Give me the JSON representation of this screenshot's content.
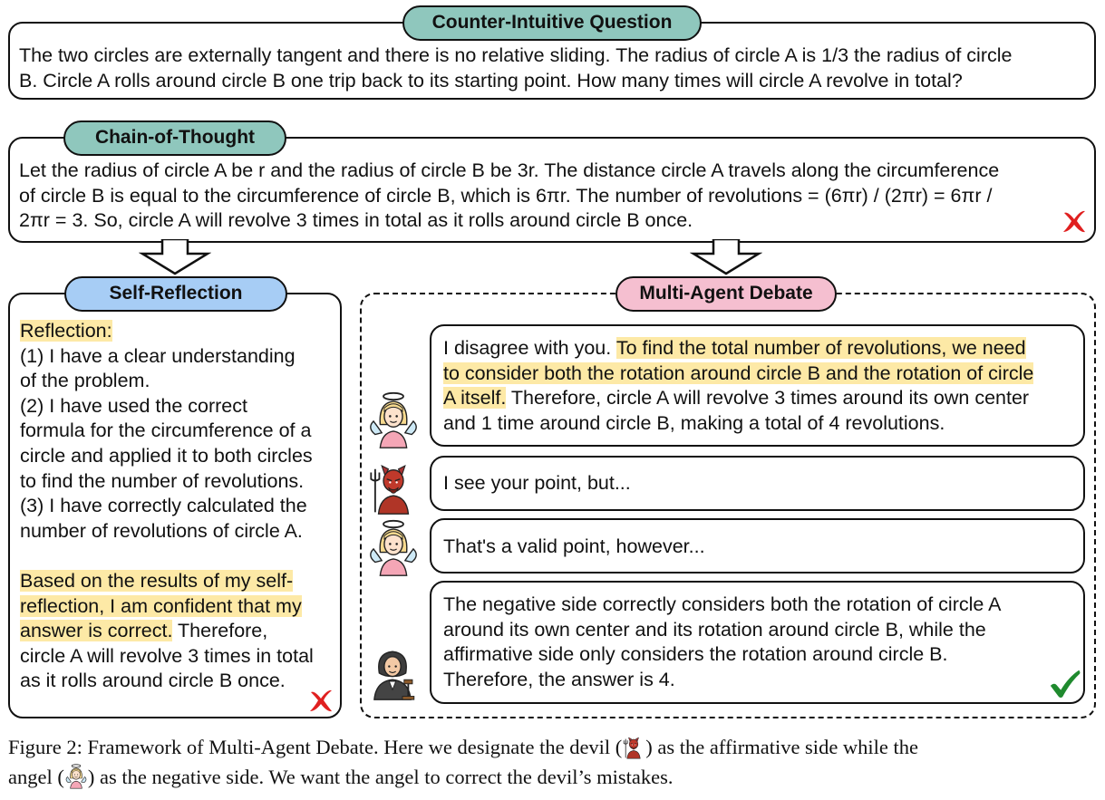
{
  "question": {
    "tag": "Counter-Intuitive Question",
    "line1": "The two circles are externally tangent and there is no relative sliding. The radius of circle A is 1/3 the radius of circle",
    "line2": "B. Circle A rolls around circle B one trip back to its starting point. How many times will circle A revolve in total?"
  },
  "cot": {
    "tag": "Chain-of-Thought",
    "line1": "Let the radius of circle A be r and the radius of circle B be 3r. The distance circle A travels along the circumference",
    "line2": "of circle B is equal to the circumference of circle B, which is 6πr. The number of revolutions = (6πr) / (2πr) = 6πr /",
    "line3": "2πr = 3. So, circle A will revolve 3 times in total as it rolls around circle B once.",
    "verdict_icon": "cross-mark-icon"
  },
  "self_reflection": {
    "tag": "Self-Reflection",
    "heading": "Reflection:",
    "lines": [
      "(1) I have a clear understanding",
      "of the problem.",
      "(2) I have used the correct",
      "formula for the circumference of a",
      "circle and applied it to both circles",
      "to find the number of revolutions.",
      "(3) I have correctly calculated the",
      "number of revolutions of circle A."
    ],
    "conclusion_hl1": "Based on the results of my self-",
    "conclusion_hl2": "reflection, I am confident that my",
    "conclusion_hl3": "answer is correct.",
    "conclusion_rest3": " Therefore,",
    "conclusion_line4": "circle A will revolve 3 times in total",
    "conclusion_line5": "as it rolls around circle B once.",
    "verdict_icon": "cross-mark-icon"
  },
  "debate": {
    "tag": "Multi-Agent Debate",
    "angel_1": {
      "l1_plain": "I disagree with you. ",
      "l1_hl": "To find the total number of revolutions, we need",
      "l2_hl": "to consider both the rotation around circle B and the rotation of circle",
      "l3_hl": "A itself.",
      "l3_plain": " Therefore, circle A will revolve 3 times around its own center",
      "l4": "and 1 time around circle B, making a total of 4 revolutions."
    },
    "devil_1": "I see your point, but...",
    "angel_2": "That's a valid point, however...",
    "judge": {
      "l1": "The negative side correctly considers both the rotation of circle A",
      "l2": "around its own center and its rotation around circle B, while the",
      "l3": "affirmative side only considers the rotation around circle B.",
      "l4": "Therefore, the answer is 4.",
      "verdict_icon": "check-mark-icon"
    }
  },
  "caption": {
    "part1": "Figure 2: Framework of Multi-Agent Debate. Here we designate the devil (",
    "part2": ") as the affirmative side while the",
    "part3": "angel (",
    "part4": ") as the negative side. We want the angel to correct the devil’s mistakes."
  },
  "colors": {
    "teal_tag": "#8fc7bd",
    "blue_tag": "#a7cdf5",
    "pink_tag": "#f5bfd0",
    "highlight": "#fde9a6",
    "cross": "#e02020",
    "check": "#1f8a2e"
  }
}
